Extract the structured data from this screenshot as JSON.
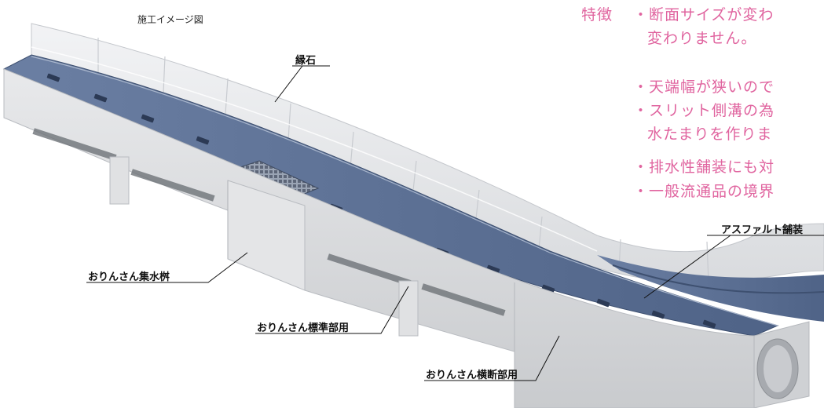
{
  "caption": "施工イメージ図",
  "features": {
    "heading": "特徴",
    "lines": [
      "・断面サイズが変わ",
      "変わりません。",
      "・天端幅が狭いので",
      "・スリット側溝の為",
      "水たまりを作りま",
      "・排水性舗装にも対",
      "・一般流通品の境界"
    ]
  },
  "labels": {
    "curb": "縁石",
    "asphalt": "アスファルト舗装",
    "catch_basin": "おりんさん集水桝",
    "standard": "おりんさん標準部用",
    "crossing": "おりんさん横断部用"
  },
  "colors": {
    "accent_text": "#e0649f",
    "asphalt": "#5f7395",
    "concrete": "#dcdcdc"
  }
}
